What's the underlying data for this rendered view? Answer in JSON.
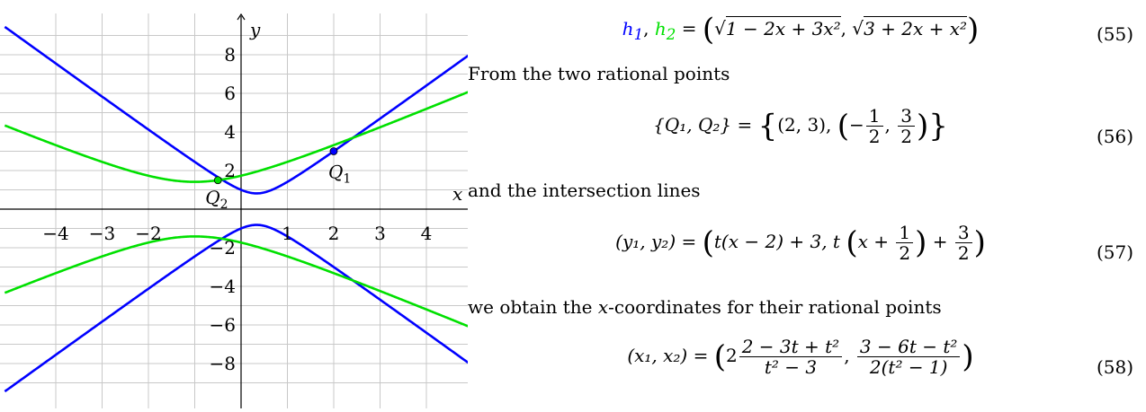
{
  "chart_data": {
    "type": "line",
    "xlabel": "x",
    "ylabel": "y",
    "xlim": [
      -4.9,
      4.9
    ],
    "ylim": [
      -9.9,
      9.9
    ],
    "xticks": [
      -4,
      -3,
      -2,
      -1,
      1,
      2,
      3,
      4
    ],
    "xtick_labels": [
      "−4",
      "−3",
      "−2",
      "",
      "1",
      "2",
      "3",
      "4"
    ],
    "yticks": [
      -8,
      -6,
      -4,
      -2,
      2,
      4,
      6,
      8
    ],
    "ytick_labels": [
      "−8",
      "−6",
      "−4",
      "−2",
      "2",
      "4",
      "6",
      "8"
    ],
    "grid": true,
    "series": [
      {
        "color": "#0000ff",
        "formula": "±sqrt(1-2x+3x^2)"
      },
      {
        "color": "#00e000",
        "formula": "±sqrt(3+2x+x^2)"
      }
    ],
    "points": [
      {
        "label": "Q",
        "sub": "1",
        "x": 2,
        "y": 3,
        "color": "#0000ff"
      },
      {
        "label": "Q",
        "sub": "2",
        "x": -0.5,
        "y": 1.5,
        "color": "#00e000"
      }
    ]
  },
  "text": {
    "line1": "From the two rational points",
    "line2": "and the intersection lines",
    "line3a": "we obtain the",
    "line3x": "x",
    "line3b": "-coordinates for their rational points"
  },
  "equations": {
    "eq55_no": "(55)",
    "eq56_no": "(56)",
    "eq57_no": "(57)",
    "eq58_no": "(58)",
    "h1": "h",
    "h1_sub": "1",
    "h2": "h",
    "h2_sub": "2",
    "sqrt1": "1 − 2x + 3x²",
    "sqrt2": "3 + 2x + x²",
    "q_set": "{Q₁, Q₂} =",
    "pt1": "(2, 3),",
    "neg": "−",
    "one": "1",
    "two": "2",
    "three": "3",
    "y_pair": "(y₁, y₂) =",
    "eq57_a": "t(x − 2) + 3, t",
    "eq57_b": "x +",
    "plus": "+",
    "x_pair": "(x₁, x₂) =",
    "eq58_num1": "2 − 3t + t²",
    "eq58_den1": "t² − 3",
    "eq58_num2": "3 − 6t − t²",
    "eq58_den2": "2(t² − 1)"
  }
}
